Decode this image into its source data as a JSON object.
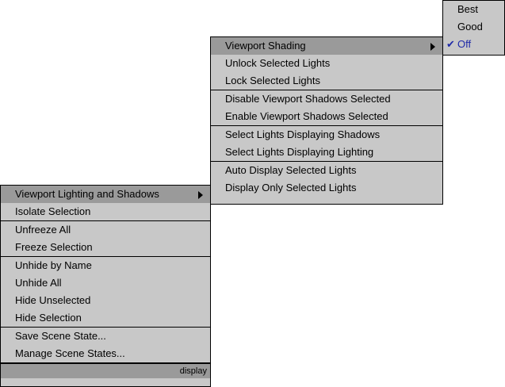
{
  "main_menu": {
    "groups": [
      {
        "items": [
          {
            "label": "Viewport Lighting and Shadows",
            "highlighted": true,
            "submenu": true
          },
          {
            "label": "Isolate Selection"
          }
        ]
      },
      {
        "items": [
          {
            "label": "Unfreeze All"
          },
          {
            "label": "Freeze Selection"
          }
        ]
      },
      {
        "items": [
          {
            "label": "Unhide by Name"
          },
          {
            "label": "Unhide All"
          },
          {
            "label": "Hide Unselected"
          },
          {
            "label": "Hide Selection"
          }
        ]
      },
      {
        "items": [
          {
            "label": "Save Scene State..."
          },
          {
            "label": "Manage Scene States..."
          }
        ]
      }
    ],
    "footer": "display"
  },
  "lighting_submenu": {
    "groups": [
      {
        "items": [
          {
            "label": "Viewport Shading",
            "highlighted": true,
            "submenu": true
          },
          {
            "label": "Unlock Selected Lights"
          },
          {
            "label": "Lock Selected Lights"
          }
        ]
      },
      {
        "items": [
          {
            "label": "Disable Viewport Shadows Selected"
          },
          {
            "label": "Enable Viewport Shadows Selected"
          }
        ]
      },
      {
        "items": [
          {
            "label": "Select Lights Displaying Shadows"
          },
          {
            "label": "Select Lights Displaying Lighting"
          }
        ]
      },
      {
        "items": [
          {
            "label": "Auto Display Selected Lights"
          },
          {
            "label": "Display Only Selected Lights"
          }
        ]
      }
    ]
  },
  "shading_submenu": {
    "items": [
      {
        "label": "Best"
      },
      {
        "label": "Good"
      },
      {
        "label": "Off",
        "checked": true,
        "check_glyph": "✔"
      }
    ]
  }
}
